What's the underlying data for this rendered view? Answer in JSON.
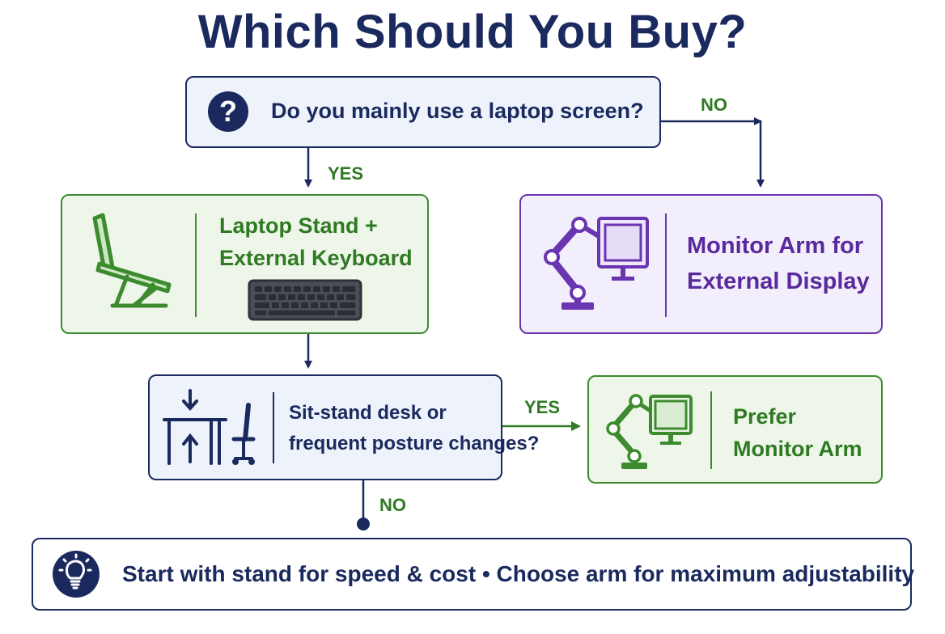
{
  "title": "Which Should You Buy?",
  "question_main": {
    "text": "Do you mainly use a laptop screen?",
    "icon": "question-mark-icon",
    "icon_glyph": "?"
  },
  "edges": {
    "yes_1": "YES",
    "no_1": "NO",
    "yes_2": "YES",
    "no_2": "NO"
  },
  "laptop_option": {
    "line1": "Laptop Stand +",
    "line2": "External Keyboard",
    "icons": [
      "laptop-stand-icon",
      "keyboard-icon"
    ]
  },
  "monitor_option": {
    "line1": "Monitor Arm for",
    "line2": "External Display",
    "icons": [
      "monitor-arm-icon"
    ]
  },
  "question_posture": {
    "line1": "Sit-stand desk or",
    "line2": "frequent posture changes?",
    "icons": [
      "sit-stand-desk-icon"
    ]
  },
  "prefer_option": {
    "line1": "Prefer",
    "line2": "Monitor Arm",
    "icons": [
      "monitor-arm-icon"
    ]
  },
  "summary": {
    "text": "Start with stand for speed & cost • Choose arm for maximum adjustability",
    "icon": "lightbulb-icon"
  },
  "colors": {
    "navy": "#1b2a5e",
    "green": "#3d8b2f",
    "purple": "#6a35b0"
  }
}
